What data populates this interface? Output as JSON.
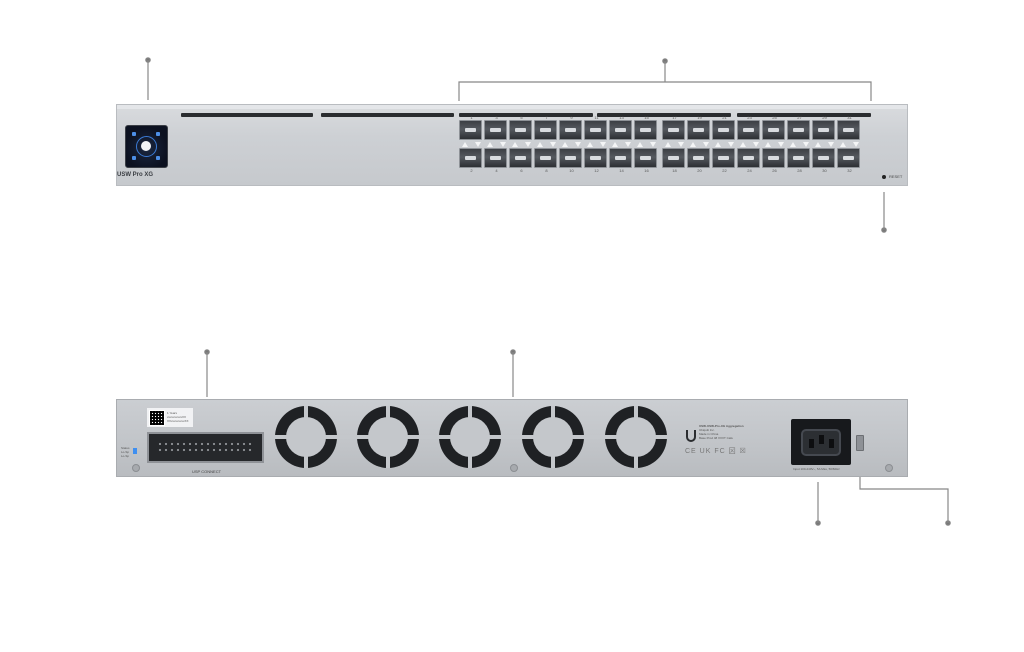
{
  "front": {
    "model": "USW Pro XG",
    "reset_label": "RESET",
    "top_port_numbers": [
      "1",
      "3",
      "5",
      "7",
      "9",
      "11",
      "13",
      "15",
      "17",
      "19",
      "21",
      "23",
      "25",
      "27",
      "29",
      "31"
    ],
    "bottom_port_numbers": [
      "2",
      "4",
      "6",
      "8",
      "10",
      "12",
      "14",
      "16",
      "18",
      "20",
      "22",
      "24",
      "26",
      "28",
      "30",
      "32"
    ]
  },
  "rear": {
    "usp_label": "USP CONNECT",
    "sticker_lines": [
      "1 Years",
      "xxxxxxxxxxXX",
      "XXxxxxxxxxxXX"
    ],
    "status_led_lines": [
      "Status",
      "Lo-Sp",
      "Lo-Sp"
    ],
    "brand_lines": [
      "USW-USW-Pro-XG Aggregation",
      "Ubiquiti Inc.",
      "Made in China",
      "Base Prod 48 XXXT Cafe"
    ],
    "cert_marks": "CE UK FC 龱 ☒",
    "power_label": "Input 100-240V~, 5A Max, 50/60Hz"
  },
  "icons": {
    "logo": "ubiquiti-logo-icon",
    "screen": "touchscreen-icon"
  },
  "colors": {
    "chassis": "#cdd0d4",
    "screen_blue": "#3b7bd6",
    "status_blue": "#3f8ff0",
    "leader": "#777777"
  }
}
